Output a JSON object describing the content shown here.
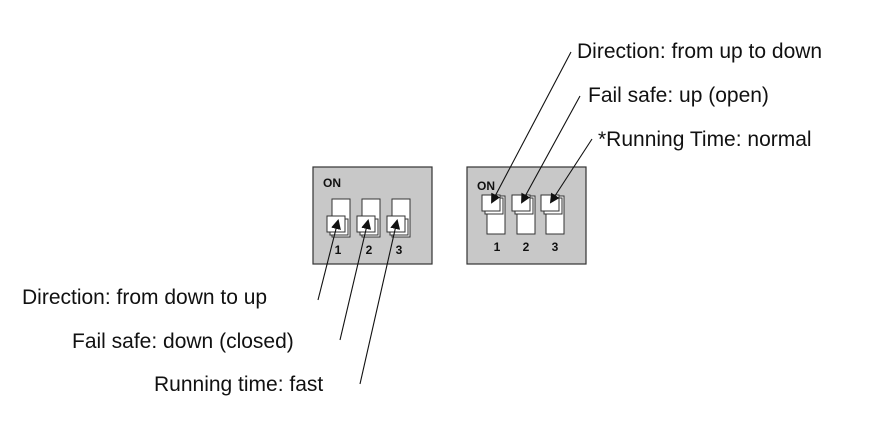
{
  "colors": {
    "panel_fill": "#c8c8c8",
    "panel_border": "#333333",
    "slot_fill": "#ffffff",
    "line": "#111111"
  },
  "left_panel": {
    "on_label": "ON",
    "switches": [
      {
        "number": "1",
        "position": "down",
        "label": "Direction: from down to up"
      },
      {
        "number": "2",
        "position": "down",
        "label": "Fail safe: down (closed)"
      },
      {
        "number": "3",
        "position": "down",
        "label": "Running time: fast"
      }
    ]
  },
  "right_panel": {
    "on_label": "ON",
    "switches": [
      {
        "number": "1",
        "position": "up",
        "label": "Direction: from up to down"
      },
      {
        "number": "2",
        "position": "up",
        "label": "Fail safe: up (open)"
      },
      {
        "number": "3",
        "position": "up",
        "label": "*Running Time: normal"
      }
    ]
  }
}
